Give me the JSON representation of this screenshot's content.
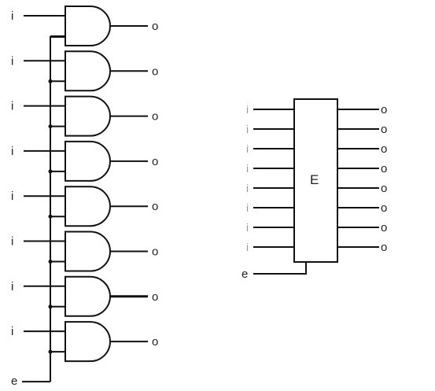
{
  "left_circuit": {
    "input_label": "i",
    "output_label": "o",
    "enable_label": "e",
    "gate_count": 8
  },
  "right_block": {
    "box_label": "E",
    "input_label": "i",
    "output_label": "o",
    "enable_label": "e",
    "line_count": 8
  },
  "colors": {
    "line": "#111111",
    "faint_label": "#999999",
    "background": "#ffffff"
  }
}
